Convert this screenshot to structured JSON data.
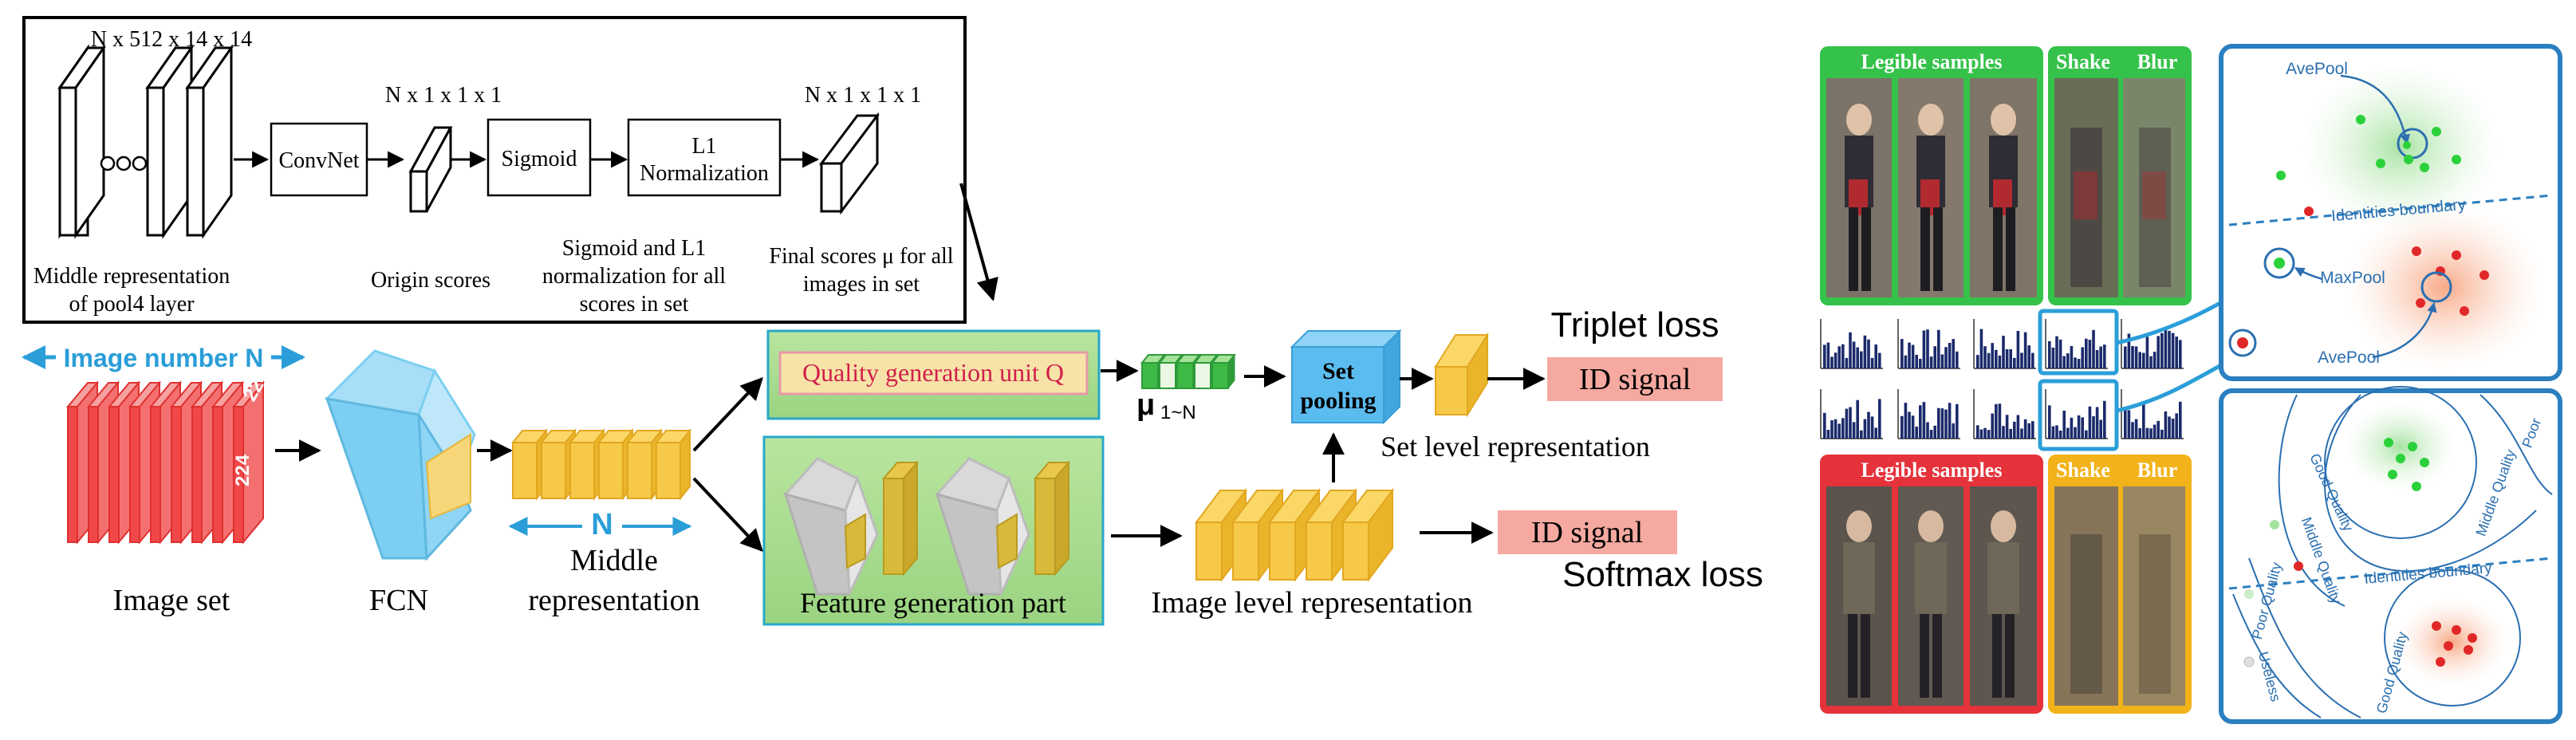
{
  "top_detail": {
    "input_dims": "N x 512 x 14 x 14",
    "origin_dims": "N x 1 x 1 x 1",
    "final_dims": "N x 1 x 1 x 1",
    "convnet": "ConvNet",
    "sigmoid": "Sigmoid",
    "l1_line1": "L1",
    "l1_line2": "Normalization",
    "cap_middle_1": "Middle representation",
    "cap_middle_2": "of  pool4 layer",
    "cap_origin": "Origin scores",
    "cap_sigmoid_1": "Sigmoid and L1",
    "cap_sigmoid_2": "normalization for all",
    "cap_sigmoid_3": "scores in set",
    "cap_final_1": "Final scores μ for all",
    "cap_final_2": "images in set"
  },
  "pipeline": {
    "image_number": "Image number N",
    "dim_224_a": "224",
    "dim_224_b": "224",
    "image_set": "Image set",
    "fcn": "FCN",
    "n_label": "N",
    "middle_1": "Middle",
    "middle_2": "representation",
    "quality_unit": "Quality generation unit Q",
    "feature_part": "Feature generation part",
    "mu": "μ",
    "mu_sub": "1~N",
    "set_pooling_1": "Set",
    "set_pooling_2": "pooling",
    "set_level": "Set level representation",
    "image_level": "Image level representation",
    "triplet_loss": "Triplet loss",
    "softmax_loss": "Softmax loss",
    "id_signal_top": "ID signal",
    "id_signal_bottom": "ID signal"
  },
  "samples": {
    "legible_top": "Legible samples",
    "shake_top": "Shake",
    "blur_top": "Blur",
    "legible_bottom": "Legible samples",
    "shake_bottom": "Shake",
    "blur_bottom": "Blur"
  },
  "feature_space": {
    "avepool_top": "AvePool",
    "maxpool": "MaxPool",
    "avepool_bottom": "AvePool",
    "identities_boundary_top": "Identities boundary",
    "identities_boundary_bottom": "Identities boundary",
    "good_quality_a": "Good Quality",
    "good_quality_b": "Good Quality",
    "middle_quality_a": "Middle Quality",
    "middle_quality_b": "Middle Quality",
    "poor_a": "Poor",
    "poor_quality": "Poor Quality",
    "useless": "Useless"
  },
  "colors": {
    "red_frames": "#f04848",
    "fcn_blue": "#7ccff2",
    "cube_yellow": "#f7c948",
    "panel_green": "#a9dc8e",
    "set_pool_blue": "#5bbcf0",
    "id_signal_fill": "#f5a9a0",
    "accent_blue": "#2b9ed8",
    "legible_green": "#35c24a",
    "legible_red": "#e5323b",
    "shake_gold": "#f2b31a"
  }
}
